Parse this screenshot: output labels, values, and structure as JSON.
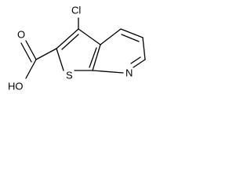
{
  "structure": {
    "atoms": {
      "chlorine": "Cl",
      "hydroxyl": "HO",
      "carbonyl_oxygen": "O",
      "sulfur": "S",
      "nitrogen": "N"
    }
  }
}
